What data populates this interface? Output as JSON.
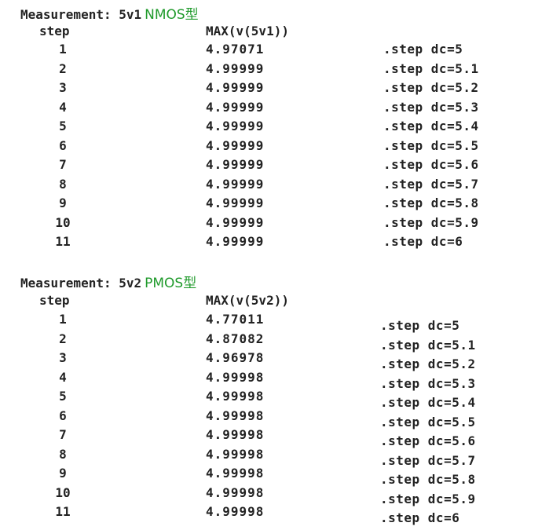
{
  "measurements": [
    {
      "label": "Measurement: 5v1",
      "type": "NMOS型",
      "col_step": "step",
      "col_value": "MAX(v(5v1))",
      "rows": [
        {
          "step": "1",
          "value": "4.97071",
          "cmd": ".step dc=5"
        },
        {
          "step": "2",
          "value": "4.99999",
          "cmd": ".step dc=5.1"
        },
        {
          "step": "3",
          "value": "4.99999",
          "cmd": ".step dc=5.2"
        },
        {
          "step": "4",
          "value": "4.99999",
          "cmd": ".step dc=5.3"
        },
        {
          "step": "5",
          "value": "4.99999",
          "cmd": ".step dc=5.4"
        },
        {
          "step": "6",
          "value": "4.99999",
          "cmd": ".step dc=5.5"
        },
        {
          "step": "7",
          "value": "4.99999",
          "cmd": ".step dc=5.6"
        },
        {
          "step": "8",
          "value": "4.99999",
          "cmd": ".step dc=5.7"
        },
        {
          "step": "9",
          "value": "4.99999",
          "cmd": ".step dc=5.8"
        },
        {
          "step": "10",
          "value": "4.99999",
          "cmd": ".step dc=5.9"
        },
        {
          "step": "11",
          "value": "4.99999",
          "cmd": ".step dc=6"
        }
      ]
    },
    {
      "label": "Measurement: 5v2",
      "type": "PMOS型",
      "col_step": "step",
      "col_value": "MAX(v(5v2))",
      "rows": [
        {
          "step": "1",
          "value": "4.77011",
          "cmd": ".step dc=5"
        },
        {
          "step": "2",
          "value": "4.87082",
          "cmd": ".step dc=5.1"
        },
        {
          "step": "3",
          "value": "4.96978",
          "cmd": ".step dc=5.2"
        },
        {
          "step": "4",
          "value": "4.99998",
          "cmd": ".step dc=5.3"
        },
        {
          "step": "5",
          "value": "4.99998",
          "cmd": ".step dc=5.4"
        },
        {
          "step": "6",
          "value": "4.99998",
          "cmd": ".step dc=5.5"
        },
        {
          "step": "7",
          "value": "4.99998",
          "cmd": ".step dc=5.6"
        },
        {
          "step": "8",
          "value": "4.99998",
          "cmd": ".step dc=5.7"
        },
        {
          "step": "9",
          "value": "4.99998",
          "cmd": ".step dc=5.8"
        },
        {
          "step": "10",
          "value": "4.99998",
          "cmd": ".step dc=5.9"
        },
        {
          "step": "11",
          "value": "4.99998",
          "cmd": ".step dc=6"
        }
      ]
    }
  ]
}
